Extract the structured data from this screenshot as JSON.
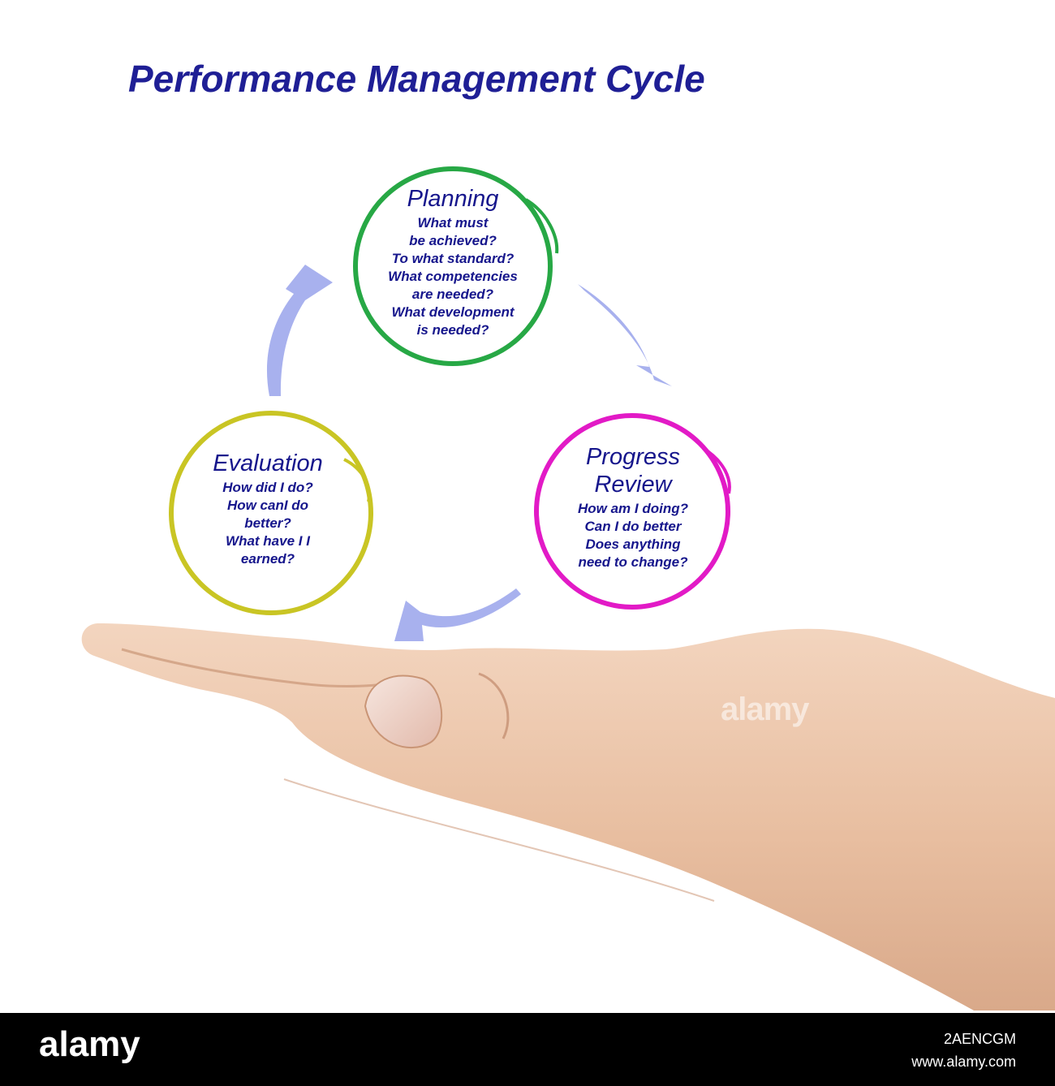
{
  "title": "Performance Management Cycle",
  "nodes": [
    {
      "title": "Planning",
      "lines": [
        "What must",
        "be achieved?",
        "To what standard?",
        "What competencies",
        "are needed?",
        "What development",
        "is needed?"
      ],
      "color": "#27a845"
    },
    {
      "title": "Progress\nReview",
      "lines": [
        "How am I doing?",
        "Can I do better",
        "Does anything",
        "need to change?"
      ],
      "color": "#e21ac6"
    },
    {
      "title": "Evaluation",
      "lines": [
        "How did I do?",
        "How canI  do",
        "better?",
        "What have I I",
        "earned?"
      ],
      "color": "#c9c524"
    }
  ],
  "colors": {
    "title_text": "#1f1f95",
    "node_text": "#16168c",
    "arrow": "#a8b1ee",
    "skin": "#e9c3a6"
  },
  "watermark": "alamy",
  "footer": {
    "logo": "alamy",
    "image_code": "2AENCGM",
    "url": "www.alamy.com"
  }
}
